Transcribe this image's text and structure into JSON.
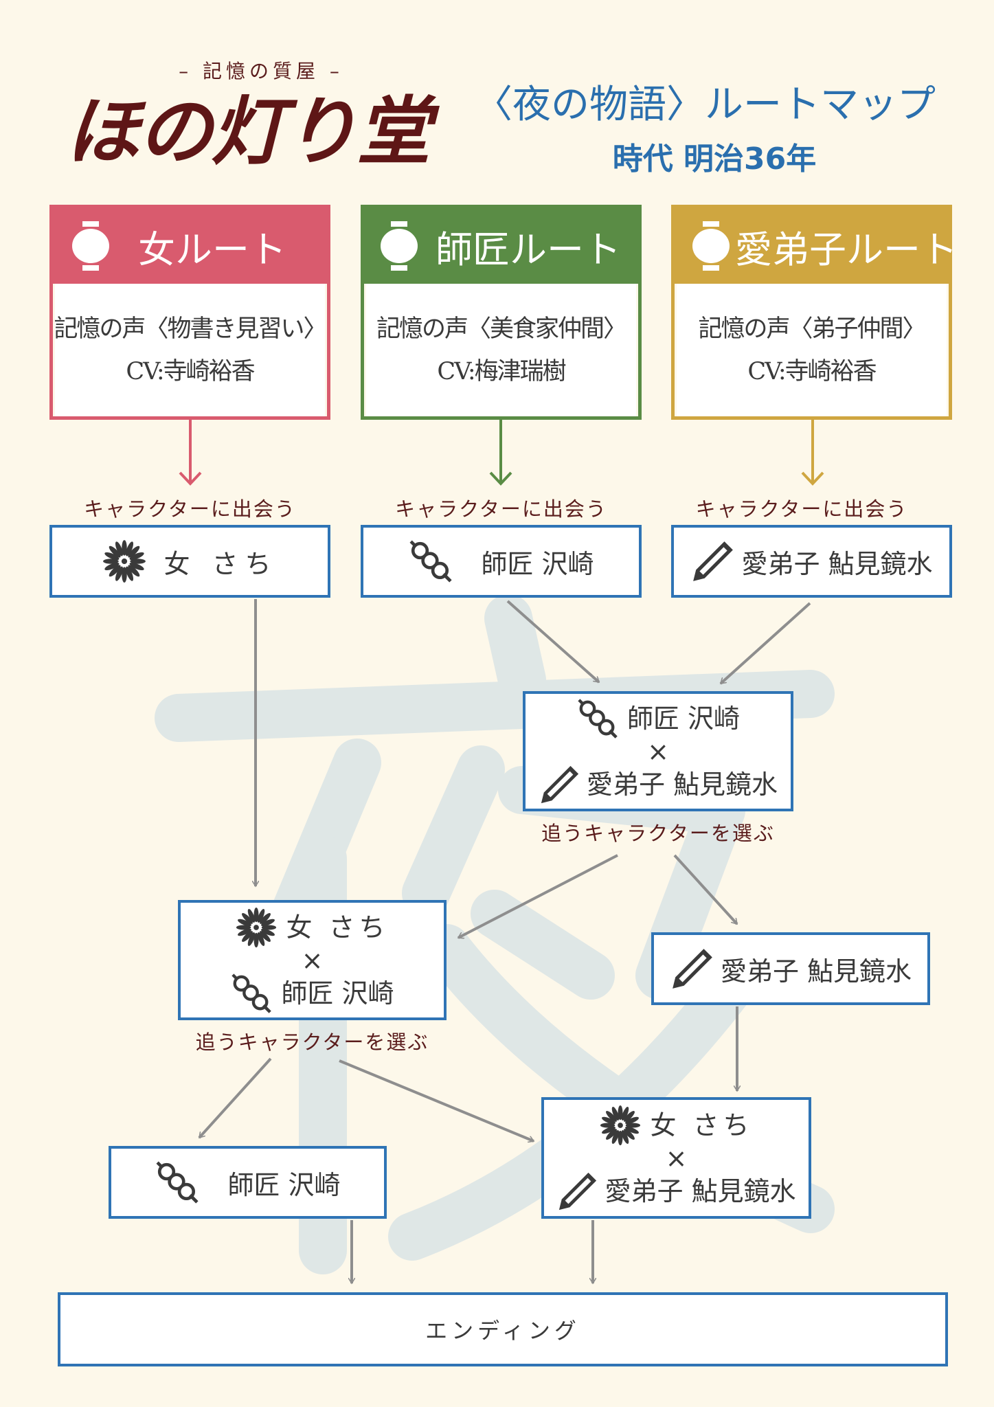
{
  "header": {
    "shop_subtitle": "– 記憶の質屋 –",
    "logo_text": "ほの灯り堂",
    "map_title": "〈夜の物語〉ルートマップ",
    "era": "時代 明治36年",
    "background_glyph": "夜"
  },
  "colors": {
    "woman": "#d95b6e",
    "master": "#5a8c45",
    "disciple": "#cfa640",
    "node_border": "#2f74b5",
    "arrow": "#8e8e8e"
  },
  "routes": [
    {
      "title": "女ルート",
      "voice": "記憶の声〈物書き見習い〉",
      "cv": "CV:寺崎裕香",
      "icon": "lantern-icon"
    },
    {
      "title": "師匠ルート",
      "voice": "記憶の声〈美食家仲間〉",
      "cv": "CV:梅津瑞樹",
      "icon": "lantern-icon"
    },
    {
      "title": "愛弟子ルート",
      "voice": "記憶の声〈弟子仲間〉",
      "cv": "CV:寺崎裕香",
      "icon": "lantern-icon"
    }
  ],
  "meet_label": "キャラクターに出会う",
  "choose_label": "追うキャラクターを選ぶ",
  "characters": {
    "woman": "女 さち",
    "master": "師匠 沢崎",
    "disciple": "愛弟子 鮎見鏡水"
  },
  "cross": "×",
  "ending": "エンディング"
}
